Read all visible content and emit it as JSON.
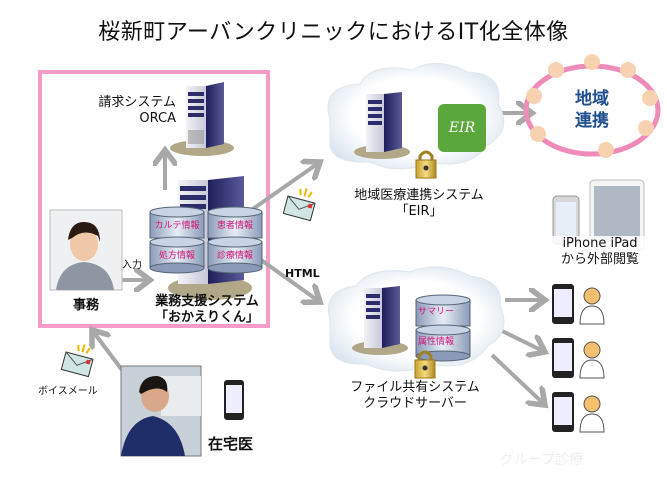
{
  "title": "桜新町アーバンクリニックにおけるIT化全体像",
  "colors": {
    "frame_pink": "#f59cc9",
    "arrow_gray": "#a8a8a8",
    "server_navy": "#2c2c6c",
    "db_label_magenta": "#d4147a",
    "region_label_blue": "#1f4f8f",
    "eir_green": "#5aa83c"
  },
  "billing_system": {
    "line1": "請求システム",
    "line2": "ORCA"
  },
  "business_system": {
    "line1": "業務支援システム",
    "line2": "「おかえりくん」",
    "databases": [
      "カルテ情報",
      "患者情報",
      "処方情報",
      "診療情報"
    ]
  },
  "office": {
    "label": "事務",
    "input_label": "入力"
  },
  "regional_system": {
    "line1": "地域医療連携システム",
    "line2": "「EIR」",
    "logo_text": "EIR"
  },
  "regional_cooperation": {
    "line1": "地域",
    "line2": "連携"
  },
  "devices": {
    "line1": "iPhone  iPad",
    "line2": "から外部閲覧"
  },
  "html_label": "HTML",
  "file_system": {
    "line1": "ファイル共有システム",
    "line2": "クラウドサーバー",
    "databases": [
      "サマリー",
      "属性情報"
    ]
  },
  "voicemail": {
    "label": "ボイスメール"
  },
  "home_doctor": {
    "label": "在宅医"
  },
  "group_practice": {
    "label": "グループ診療"
  }
}
